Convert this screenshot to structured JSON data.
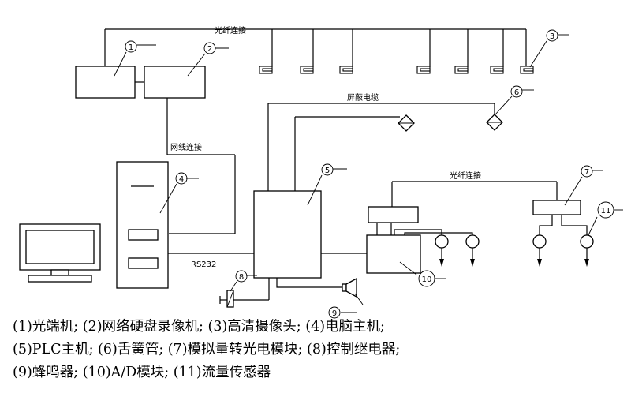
{
  "labels": {
    "fiber_top": "光纤连接",
    "shield_cable": "屏蔽电缆",
    "network": "网线连接",
    "fiber_right": "光纤连接",
    "rs232": "RS232"
  },
  "callouts": {
    "c1": "1",
    "c2": "2",
    "c3": "3",
    "c4": "4",
    "c5": "5",
    "c6": "6",
    "c7": "7",
    "c8": "8",
    "c9": "9",
    "c10": "10",
    "c11": "11"
  },
  "legend": {
    "line1": "(1)光端机; (2)网络硬盘录像机; (3)高清摄像头; (4)电脑主机;",
    "line2": "(5)PLC主机; (6)舌簧管; (7)模拟量转光电模块; (8)控制继电器;",
    "line3": "(9)蜂鸣器; (10)A/D模块; (11)流量传感器"
  }
}
